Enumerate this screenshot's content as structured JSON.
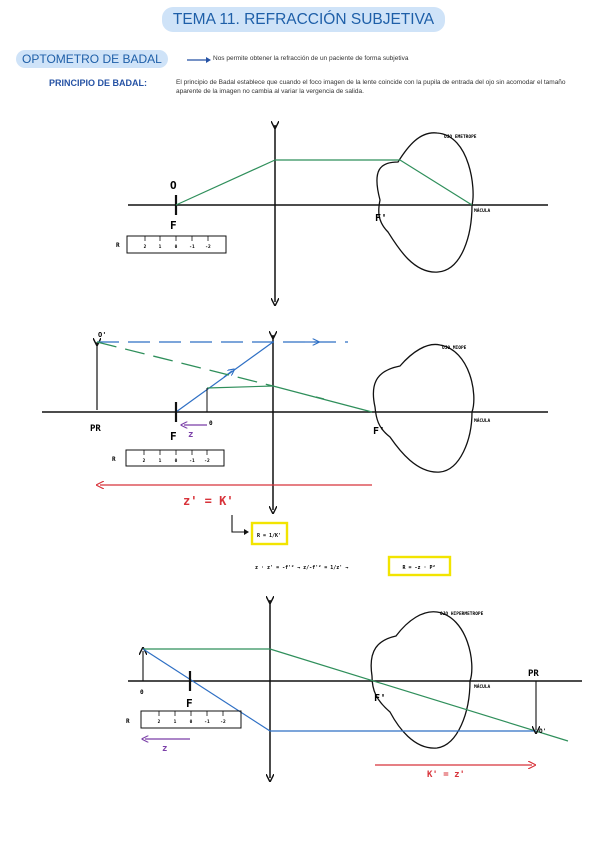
{
  "header": {
    "title": "TEMA 11. REFRACCIÓN SUBJETIVA"
  },
  "section": {
    "name": "OPTOMETRO DE BADAL",
    "description": "Nos permite obtener la refracción de un paciente de forma subjetiva"
  },
  "principle": {
    "label": "PRINCIPIO DE BADAL:",
    "text": "El principio de Badal establece que cuando el foco imagen de la lente  coincide con la pupila de entrada del ojo sin acomodar el tamaño aparente de la imagen no cambia al variar la vergencia de salida."
  },
  "diagram1": {
    "eye_label": "OJO EMETROPE",
    "object_label": "O",
    "focus_label": "F",
    "image_focus_label": "F'",
    "macula_label": "MÁCULA",
    "scale_label": "R",
    "scale_ticks": [
      "2",
      "1",
      "0",
      "-1",
      "-2"
    ]
  },
  "diagram2": {
    "eye_label": "OJO MIOPE",
    "object_label": "O'",
    "pr_label": "PR",
    "focus_label": "F",
    "z_label": "z",
    "zero_label": "0",
    "image_focus_label": "F'",
    "macula_label": "MÁCULA",
    "scale_label": "R",
    "scale_ticks": [
      "2",
      "1",
      "0",
      "-1",
      "-2"
    ],
    "equation_main": "z' = K'",
    "box1": "R = 1/K'",
    "newton_chain": "z · z' = -f'²  →  z/-f'² = 1/z'  →",
    "box2": "R = -z · P²"
  },
  "diagram3": {
    "eye_label": "OJO HIPERMETROPE",
    "zero_label": "0",
    "focus_label": "F",
    "image_focus_label": "F'",
    "macula_label": "MÁCULA",
    "pr_label": "PR",
    "object_label": "O'",
    "scale_label": "R",
    "scale_ticks": [
      "2",
      "1",
      "0",
      "-1",
      "-2"
    ],
    "z_label": "z",
    "equation_main": "K' = z'"
  },
  "colors": {
    "title_bg": "#cfe3f8",
    "title_text": "#1e5fa8",
    "green_ray": "#2f8f5b",
    "blue_ray": "#2e6fc4",
    "red_arrow": "#d8333a",
    "purple_arrow": "#7b3fa8",
    "highlight_box": "#f2e400",
    "label_blue": "#2552a4"
  }
}
